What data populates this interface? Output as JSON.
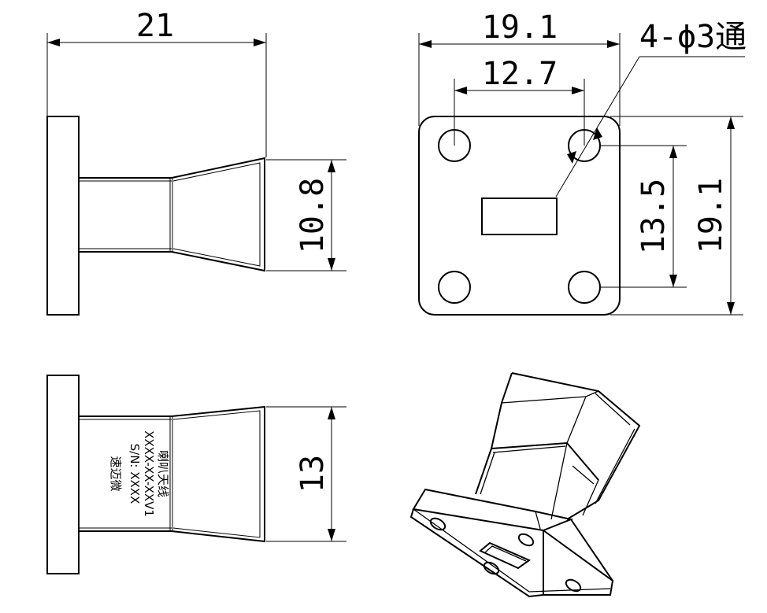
{
  "dimensions": {
    "side_length": "21",
    "side_height": "10.8",
    "front_width": "19.1",
    "front_hole_spacing": "12.7",
    "hole_callout": "4-ϕ3通",
    "front_hole_vertical": "13.5",
    "front_height": "19.1",
    "bottom_height": "13"
  },
  "label_plate": {
    "line1": "喇叭天线",
    "line2": "XXXX-XX-XXV1",
    "line3": "S/N: XXXX",
    "line4": "速迈微"
  }
}
